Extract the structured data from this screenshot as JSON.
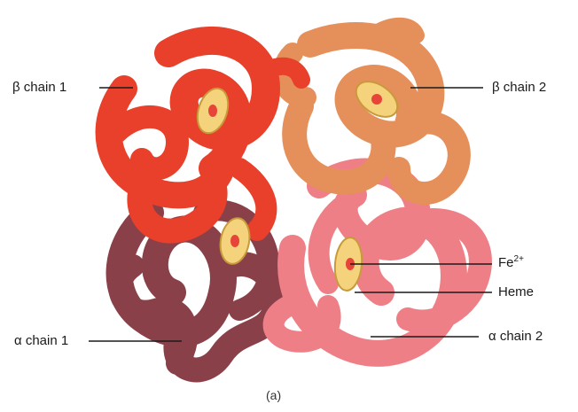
{
  "labels": {
    "beta1": "β chain 1",
    "beta2": "β chain 2",
    "alpha1": "α chain 1",
    "alpha2": "α chain 2",
    "fe_base": "Fe",
    "fe_charge": "2+",
    "heme": "Heme"
  },
  "caption": "(a)",
  "colors": {
    "beta1": "#e8402a",
    "beta2": "#e5905a",
    "alpha1": "#8a4048",
    "alpha2": "#ef7f86",
    "heme_disc": "#f5d37c",
    "heme_core": "#e8453a"
  }
}
